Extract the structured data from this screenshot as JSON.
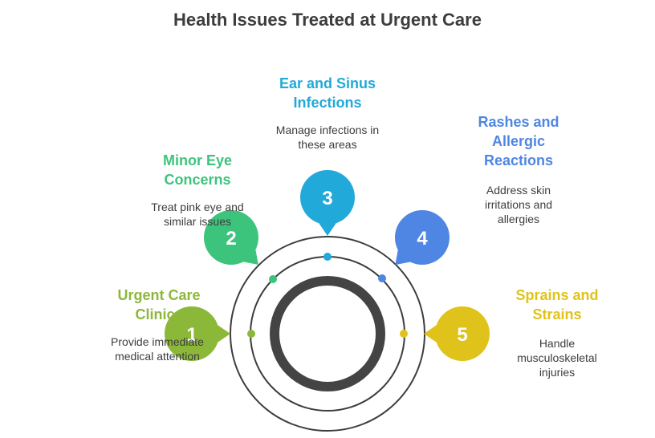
{
  "title": "Health Issues Treated at Urgent Care",
  "colors": {
    "ring_dark": "#444444",
    "ring_line": "#3d3d3d",
    "text": "#3d3d3d"
  },
  "items": [
    {
      "number": "1",
      "label_lines": [
        "Urgent Care",
        "Clinics"
      ],
      "desc_lines": [
        "Provide immediate",
        "medical attention"
      ],
      "color": "#8cb83a"
    },
    {
      "number": "2",
      "label_lines": [
        "Minor Eye",
        "Concerns"
      ],
      "desc_lines": [
        "Treat pink eye and",
        "similar issues"
      ],
      "color": "#3dc47c"
    },
    {
      "number": "3",
      "label_lines": [
        "Ear and Sinus",
        "Infections"
      ],
      "desc_lines": [
        "Manage infections in",
        "these areas"
      ],
      "color": "#21a9d9"
    },
    {
      "number": "4",
      "label_lines": [
        "Rashes and",
        "Allergic",
        "Reactions"
      ],
      "desc_lines": [
        "Address skin",
        "irritations and",
        "allergies"
      ],
      "color": "#4f86e3"
    },
    {
      "number": "5",
      "label_lines": [
        "Sprains and",
        "Strains"
      ],
      "desc_lines": [
        "Handle",
        "musculoskeletal",
        "injuries"
      ],
      "color": "#dfc31a"
    }
  ]
}
